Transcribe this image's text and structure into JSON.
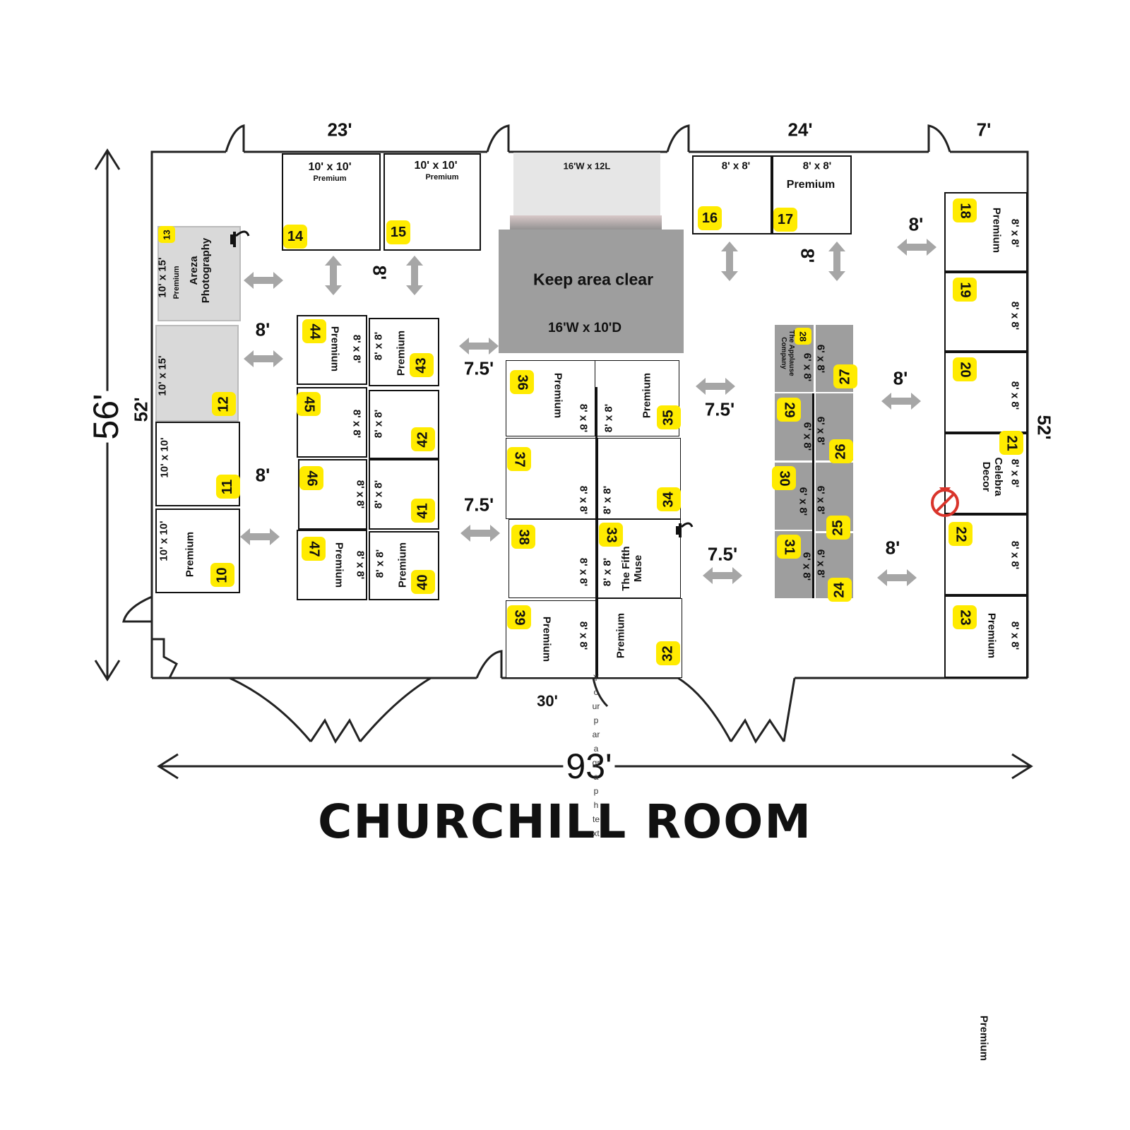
{
  "title": "CHURCHILL ROOM",
  "dimensions": {
    "top_left": "23'",
    "top_right": "24'",
    "top_far_right": "7'",
    "left_overall": "56'",
    "left_inner": "52'",
    "right_inner": "52'",
    "bottom_overall": "93'",
    "bottom_inner": "30'"
  },
  "aisles": {
    "a1": "8'",
    "a2": "8'",
    "a3": "8'",
    "a4": "7.5'",
    "a5": "7.5'",
    "a6": "7.5'",
    "a7": "7.5'",
    "a8": "8'",
    "a9": "8'",
    "a10": "8'",
    "a11": "8'"
  },
  "stage": {
    "label": "16'W x 12L",
    "clear_label": "Keep area clear",
    "clear_size": "16'W  x 10'D"
  },
  "booths": {
    "b10": {
      "num": "10",
      "size": "10' x 10'",
      "note": "Premium"
    },
    "b11": {
      "num": "11",
      "size": "10' x 10'"
    },
    "b12": {
      "num": "12",
      "size": "10' x 15'"
    },
    "b13": {
      "num": "13",
      "size": "10' x 15'",
      "note": "Premium",
      "name": "Areza Photography"
    },
    "b14": {
      "num": "14",
      "size": "10' x 10'",
      "note": "Premium"
    },
    "b15": {
      "num": "15",
      "size": "10' x 10'",
      "note": "Premium"
    },
    "b16": {
      "num": "16",
      "size": "8' x 8'"
    },
    "b17": {
      "num": "17",
      "size": "8' x 8'",
      "note": "Premium"
    },
    "b18": {
      "num": "18",
      "size": "8' x 8'",
      "note": "Premium"
    },
    "b19": {
      "num": "19",
      "size": "8' x 8'"
    },
    "b20": {
      "num": "20",
      "size": "8' x 8'"
    },
    "b21": {
      "num": "21",
      "size": "8' x 8'",
      "name": "Celebra Decor"
    },
    "b22": {
      "num": "22",
      "size": "8' x 8'"
    },
    "b23": {
      "num": "23",
      "size": "8' x 8'",
      "note": "Premium"
    },
    "b24": {
      "num": "24",
      "size": "6' x 8'"
    },
    "b25": {
      "num": "25",
      "size": "6' x 8'"
    },
    "b26": {
      "num": "26",
      "size": "6' x 8'"
    },
    "b27": {
      "num": "27",
      "size": "6' x 8'"
    },
    "b28": {
      "num": "28",
      "size": "6' x 8'",
      "name": "The Applause Company"
    },
    "b29": {
      "num": "29",
      "size": "6' x 8'"
    },
    "b30": {
      "num": "30",
      "size": "6' x 8'"
    },
    "b31": {
      "num": "31",
      "size": "6' x 8'"
    },
    "b32": {
      "num": "32",
      "note": "Premium"
    },
    "b33": {
      "num": "33",
      "size": "8' x 8'",
      "name": "The Fifth Muse"
    },
    "b34": {
      "num": "34",
      "size": "8' x 8'"
    },
    "b35": {
      "num": "35",
      "size": "8' x 8'",
      "note": "Premium"
    },
    "b36": {
      "num": "36",
      "size": "8' x 8'",
      "note": "Premium"
    },
    "b37": {
      "num": "37",
      "size": "8' x 8'"
    },
    "b38": {
      "num": "38",
      "size": "8' x 8'"
    },
    "b39": {
      "num": "39",
      "size": "8' x 8'",
      "note": "Premium"
    },
    "b40": {
      "num": "40",
      "size": "8' x 8'",
      "note": "Premium"
    },
    "b41": {
      "num": "41",
      "size": "8' x 8'"
    },
    "b42": {
      "num": "42",
      "size": "8' x 8'"
    },
    "b43": {
      "num": "43",
      "size": "8' x 8'",
      "note": "Premium"
    },
    "b44": {
      "num": "44",
      "size": "8' x 8'",
      "note": "Premium"
    },
    "b45": {
      "num": "45",
      "size": "8' x 8'"
    },
    "b46": {
      "num": "46",
      "size": "8' x 8'"
    },
    "b47": {
      "num": "47",
      "size": "8' x 8'",
      "note": "Premium"
    }
  },
  "placeholder_text": "Your paragraph text",
  "corner_note": "Premium",
  "icons": {
    "outlet": "power-outlet-icon",
    "no_entry": "no-entry-icon",
    "arrow": "double-arrow-icon"
  },
  "colors": {
    "badge": "#ffeb00",
    "booth_gray": "#d9d9d9",
    "keep_clear": "#9e9e9e",
    "arrow": "#a6a6a6",
    "no_entry": "#d9342b"
  }
}
